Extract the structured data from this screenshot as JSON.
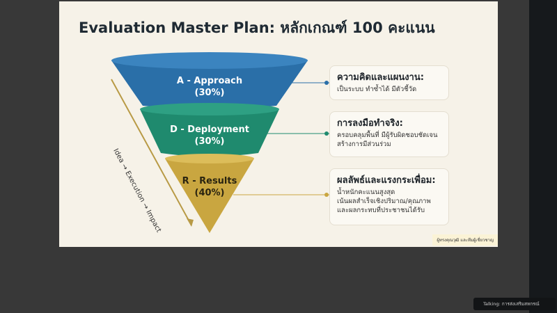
{
  "slide": {
    "title": "Evaluation Master Plan: หลักเกณฑ์ 100 คะแนน",
    "funnel": [
      {
        "name": "A - Approach",
        "pct": "(30%)",
        "color": "#2a6fa8"
      },
      {
        "name": "D - Deployment",
        "pct": "(30%)",
        "color": "#1f8a6e"
      },
      {
        "name": "R - Results",
        "pct": "(40%)",
        "color": "#c9a640"
      }
    ],
    "axis_label": "Idea → Execution → Impact",
    "boxes": [
      {
        "title": "ความคิดและแผนงาน:",
        "lines": [
          "เป็นระบบ ทำซ้ำได้ มีตัวชี้วัด"
        ]
      },
      {
        "title": "การลงมือทำจริง:",
        "lines": [
          "ครอบคลุมพื้นที่ มีผู้รับผิดชอบชัดเจน",
          "สร้างการมีส่วนร่วม"
        ]
      },
      {
        "title": "ผลลัพธ์และแรงกระเพื่อม:",
        "lines": [
          "น้ำหนักคะแนนสูงสุด",
          "เน้นผลสำเร็จเชิงปริมาณ/คุณภาพ",
          "และผลกระทบที่ประชาชนได้รับ"
        ]
      }
    ],
    "credit": "ผู้ทรงคุณวุฒิ และทีมผู้เชี่ยวชาญ"
  },
  "status": {
    "talking": "Talking: การส่งเสริมสหกรณ์"
  }
}
